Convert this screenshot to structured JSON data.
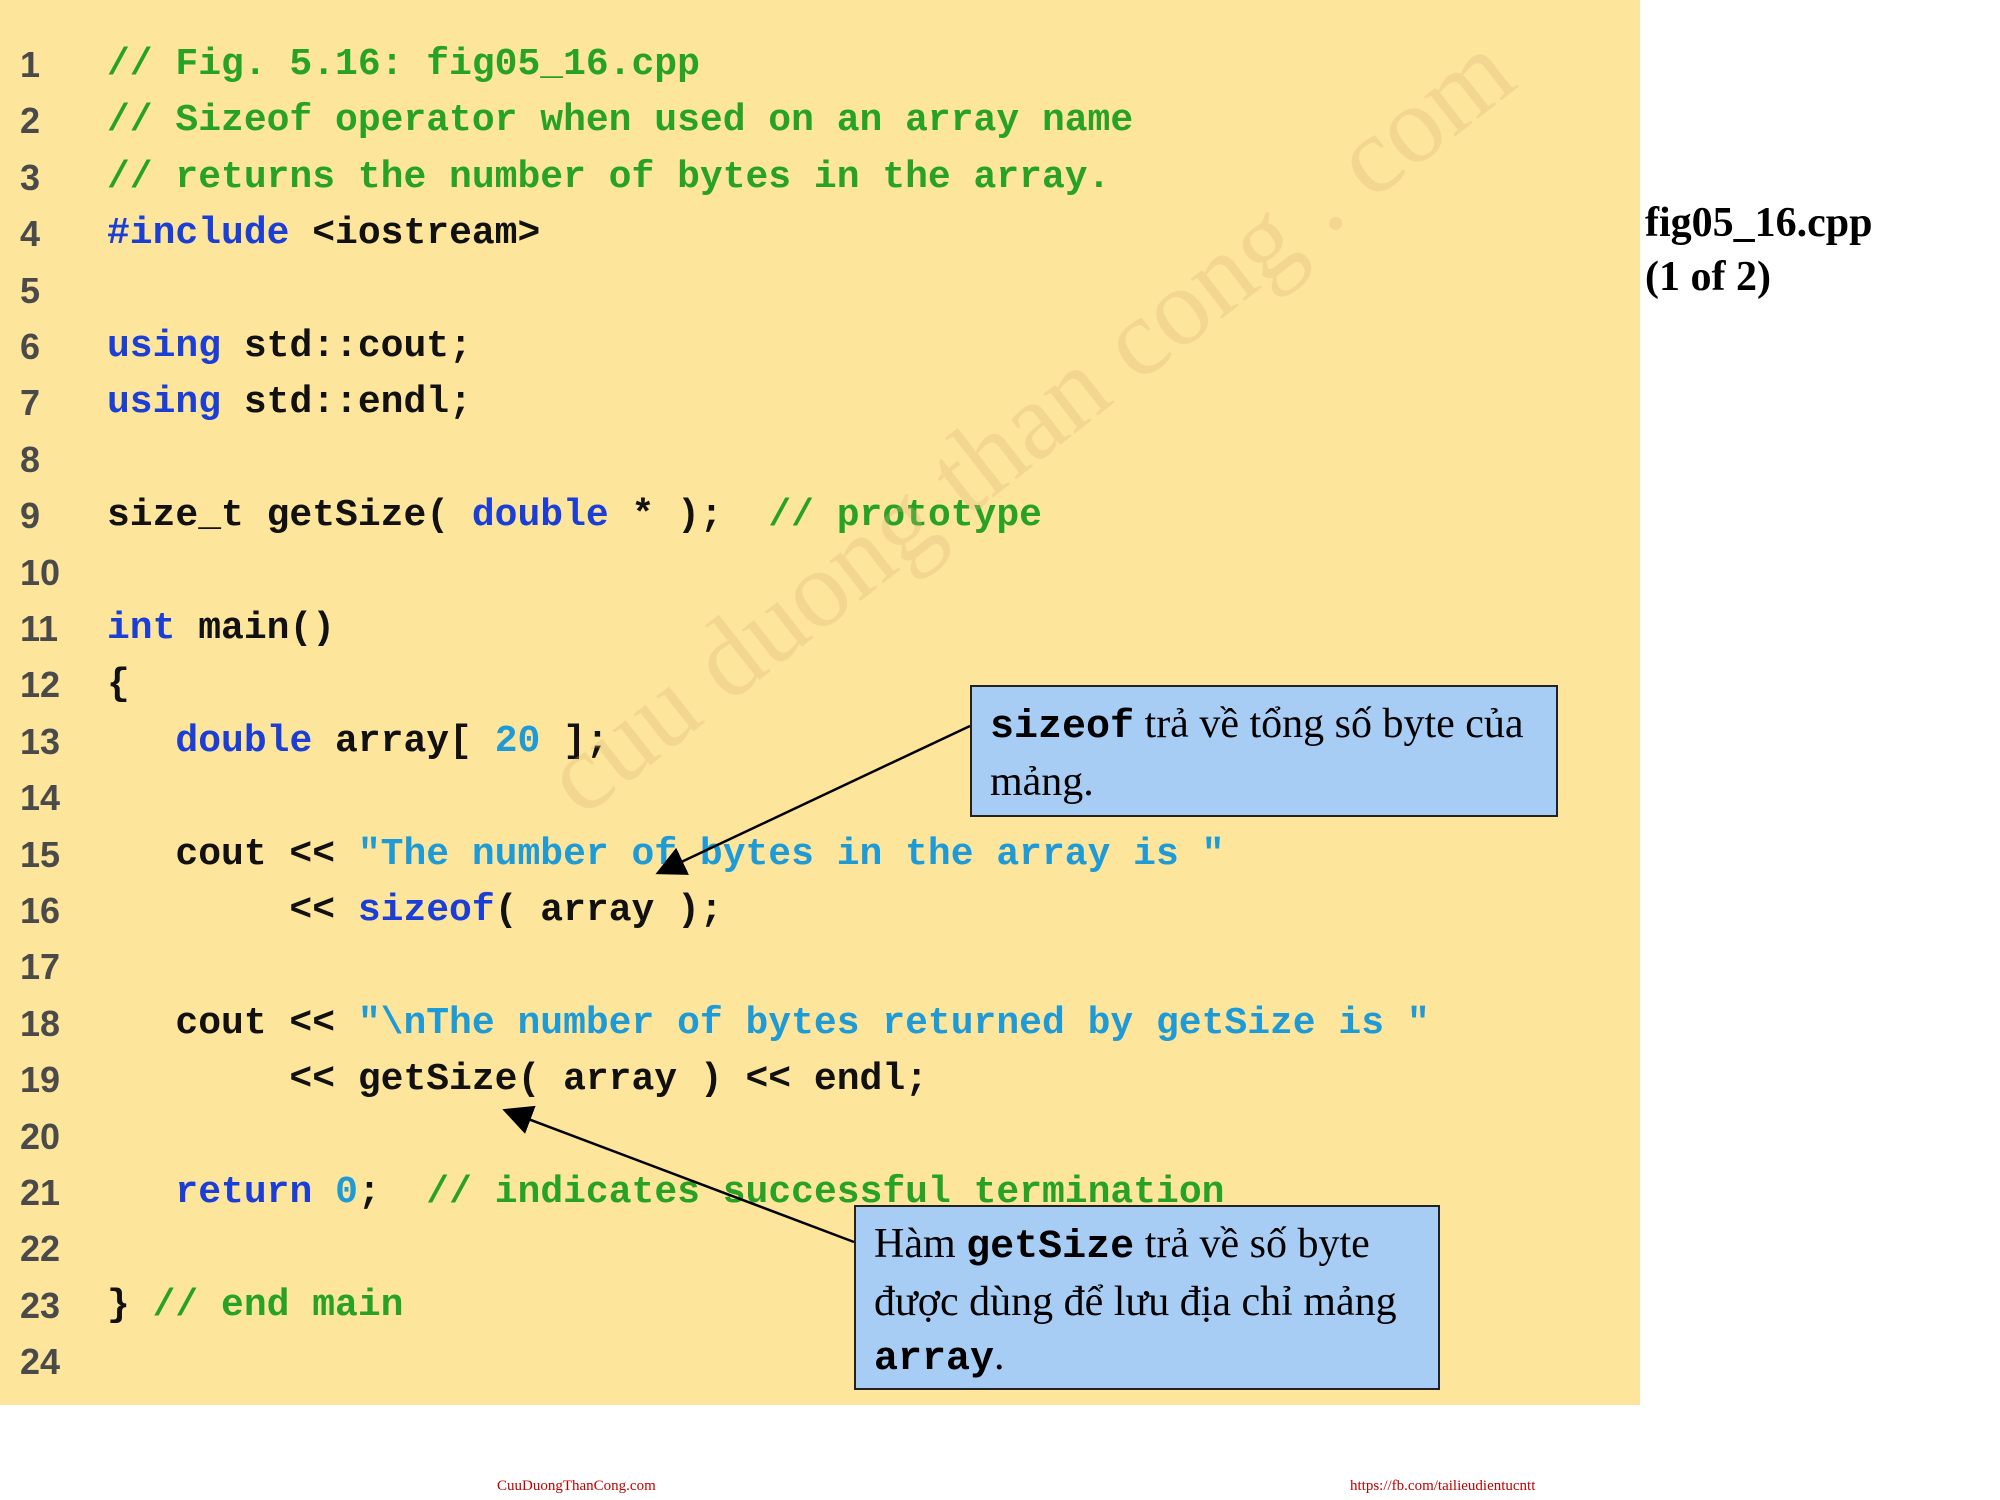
{
  "side_label": {
    "filename": "fig05_16.cpp",
    "page": "(1 of 2)"
  },
  "code_lines": [
    {
      "n": "1",
      "tokens": [
        {
          "t": "// Fig. 5.16: fig05_16.cpp",
          "c": "comment"
        }
      ]
    },
    {
      "n": "2",
      "tokens": [
        {
          "t": "// Sizeof operator when used on an array name",
          "c": "comment"
        }
      ]
    },
    {
      "n": "3",
      "tokens": [
        {
          "t": "// returns the number of bytes in the array.",
          "c": "comment"
        }
      ]
    },
    {
      "n": "4",
      "tokens": [
        {
          "t": "#include",
          "c": "keyword"
        },
        {
          "t": " <iostream>",
          "c": "plain"
        }
      ]
    },
    {
      "n": "5",
      "tokens": []
    },
    {
      "n": "6",
      "tokens": [
        {
          "t": "using",
          "c": "keyword"
        },
        {
          "t": " std::cout;",
          "c": "plain"
        }
      ]
    },
    {
      "n": "7",
      "tokens": [
        {
          "t": "using",
          "c": "keyword"
        },
        {
          "t": " std::endl;",
          "c": "plain"
        }
      ]
    },
    {
      "n": "8",
      "tokens": []
    },
    {
      "n": "9",
      "tokens": [
        {
          "t": "size_t getSize( ",
          "c": "plain"
        },
        {
          "t": "double",
          "c": "keyword"
        },
        {
          "t": " * );  ",
          "c": "plain"
        },
        {
          "t": "// prototype",
          "c": "comment"
        }
      ]
    },
    {
      "n": "10",
      "tokens": []
    },
    {
      "n": "11",
      "tokens": [
        {
          "t": "int",
          "c": "keyword"
        },
        {
          "t": " main()",
          "c": "plain"
        }
      ]
    },
    {
      "n": "12",
      "tokens": [
        {
          "t": "{",
          "c": "plain"
        }
      ]
    },
    {
      "n": "13",
      "tokens": [
        {
          "t": "   ",
          "c": "plain"
        },
        {
          "t": "double",
          "c": "keyword"
        },
        {
          "t": " array[ ",
          "c": "plain"
        },
        {
          "t": "20",
          "c": "number"
        },
        {
          "t": " ];",
          "c": "plain"
        }
      ]
    },
    {
      "n": "14",
      "tokens": []
    },
    {
      "n": "15",
      "tokens": [
        {
          "t": "   cout << ",
          "c": "plain"
        },
        {
          "t": "\"The number of bytes in the array is \"",
          "c": "string"
        }
      ]
    },
    {
      "n": "16",
      "tokens": [
        {
          "t": "        << ",
          "c": "plain"
        },
        {
          "t": "sizeof",
          "c": "keyword"
        },
        {
          "t": "( array );",
          "c": "plain"
        }
      ]
    },
    {
      "n": "17",
      "tokens": []
    },
    {
      "n": "18",
      "tokens": [
        {
          "t": "   cout << ",
          "c": "plain"
        },
        {
          "t": "\"\\nThe number of bytes returned by getSize is \"",
          "c": "string"
        }
      ]
    },
    {
      "n": "19",
      "tokens": [
        {
          "t": "        << getSize( array ) << endl;",
          "c": "plain"
        }
      ]
    },
    {
      "n": "20",
      "tokens": []
    },
    {
      "n": "21",
      "tokens": [
        {
          "t": "   ",
          "c": "plain"
        },
        {
          "t": "return",
          "c": "keyword"
        },
        {
          "t": " ",
          "c": "plain"
        },
        {
          "t": "0",
          "c": "number"
        },
        {
          "t": ";  ",
          "c": "plain"
        },
        {
          "t": "// indicates successful termination",
          "c": "comment"
        }
      ]
    },
    {
      "n": "22",
      "tokens": []
    },
    {
      "n": "23",
      "tokens": [
        {
          "t": "} ",
          "c": "plain"
        },
        {
          "t": "// end main",
          "c": "comment"
        }
      ]
    },
    {
      "n": "24",
      "tokens": []
    }
  ],
  "callouts": {
    "sizeof": {
      "keyword": "sizeof",
      "text_after": " trả về tổng số byte của mảng."
    },
    "getsize": {
      "text_before": "Hàm ",
      "keyword": "getSize",
      "text_middle": " trả về số byte được dùng để lưu địa chỉ mảng ",
      "keyword2": "array",
      "text_after": "."
    }
  },
  "watermark": "cuu duong than cong . com",
  "footer": {
    "left": "CuuDuongThanCong.com",
    "right": "https://fb.com/tailieudientucntt"
  },
  "colors": {
    "panel_background": "#fde59c",
    "comment": "#27a227",
    "keyword": "#1a3ed6",
    "string": "#1e9ad6",
    "callout_background": "#a8cdf5",
    "footer_text": "#c00000"
  }
}
